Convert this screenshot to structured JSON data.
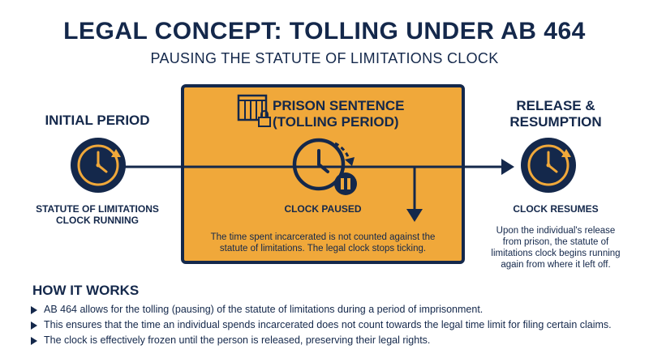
{
  "header": {
    "title": "LEGAL CONCEPT: TOLLING UNDER AB 464",
    "subtitle": "PAUSING THE STATUTE OF LIMITATIONS CLOCK"
  },
  "stages": {
    "initial": {
      "heading": "INITIAL PERIOD",
      "caption_line1": "STATUTE OF LIMITATIONS",
      "caption_line2": "CLOCK RUNNING",
      "icon": "clock-icon"
    },
    "prison": {
      "heading_line1": "PRISON SENTENCE",
      "heading_line2": "(TOLLING PERIOD)",
      "caption": "CLOCK PAUSED",
      "desc_line1": "The time spent incarcerated is not counted against the",
      "desc_line2": "statute of limitations. The legal clock stops ticking.",
      "icons": [
        "prison-bars-lock-icon",
        "paused-clock-icon"
      ]
    },
    "release": {
      "heading_line1": "RELEASE &",
      "heading_line2": "RESUMPTION",
      "caption": "CLOCK RESUMES",
      "desc_line1": "Upon the individual's release",
      "desc_line2": "from prison, the statute of",
      "desc_line3": "limitations clock begins running",
      "desc_line4": "again from where it left off.",
      "icon": "clock-icon"
    }
  },
  "how_it_works": {
    "title": "HOW IT WORKS",
    "items": [
      "AB 464 allows for the tolling (pausing) of the statute of limitations during a period of imprisonment.",
      "This ensures that the time an individual spends incarcerated does not count towards the legal time limit for filing certain claims.",
      "The clock is effectively frozen until the person is released, preserving their legal rights."
    ]
  },
  "colors": {
    "navy": "#14284b",
    "orange": "#f0a83a",
    "white": "#ffffff"
  }
}
